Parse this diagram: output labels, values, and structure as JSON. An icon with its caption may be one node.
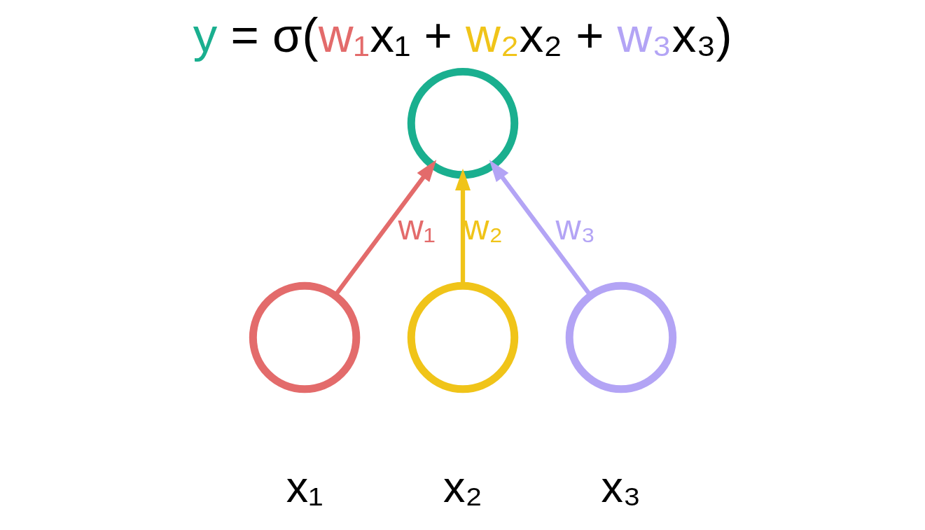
{
  "diagram": {
    "title": "y = σ(w₁x₁ + w₂x₂ + w₃x₃)",
    "nodes": [
      {
        "text": [],
        "shape": "circle"
      },
      {
        "text": [],
        "shape": "circle",
        "beside": [
          "x₁"
        ]
      },
      {
        "text": [],
        "shape": "circle",
        "beside": [
          "x₂"
        ]
      },
      {
        "text": [],
        "shape": "circle",
        "beside": [
          "x₃"
        ]
      }
    ],
    "edges": [
      {
        "from": 1,
        "to": 0,
        "arrow": "to",
        "label": "w₁",
        "color": "#e36b6b"
      },
      {
        "from": 2,
        "to": 0,
        "arrow": "to",
        "label": "w₂",
        "color": "#f0c419"
      },
      {
        "from": 3,
        "to": 0,
        "arrow": "to",
        "label": "w₃",
        "color": "#b3a4f5"
      }
    ]
  }
}
